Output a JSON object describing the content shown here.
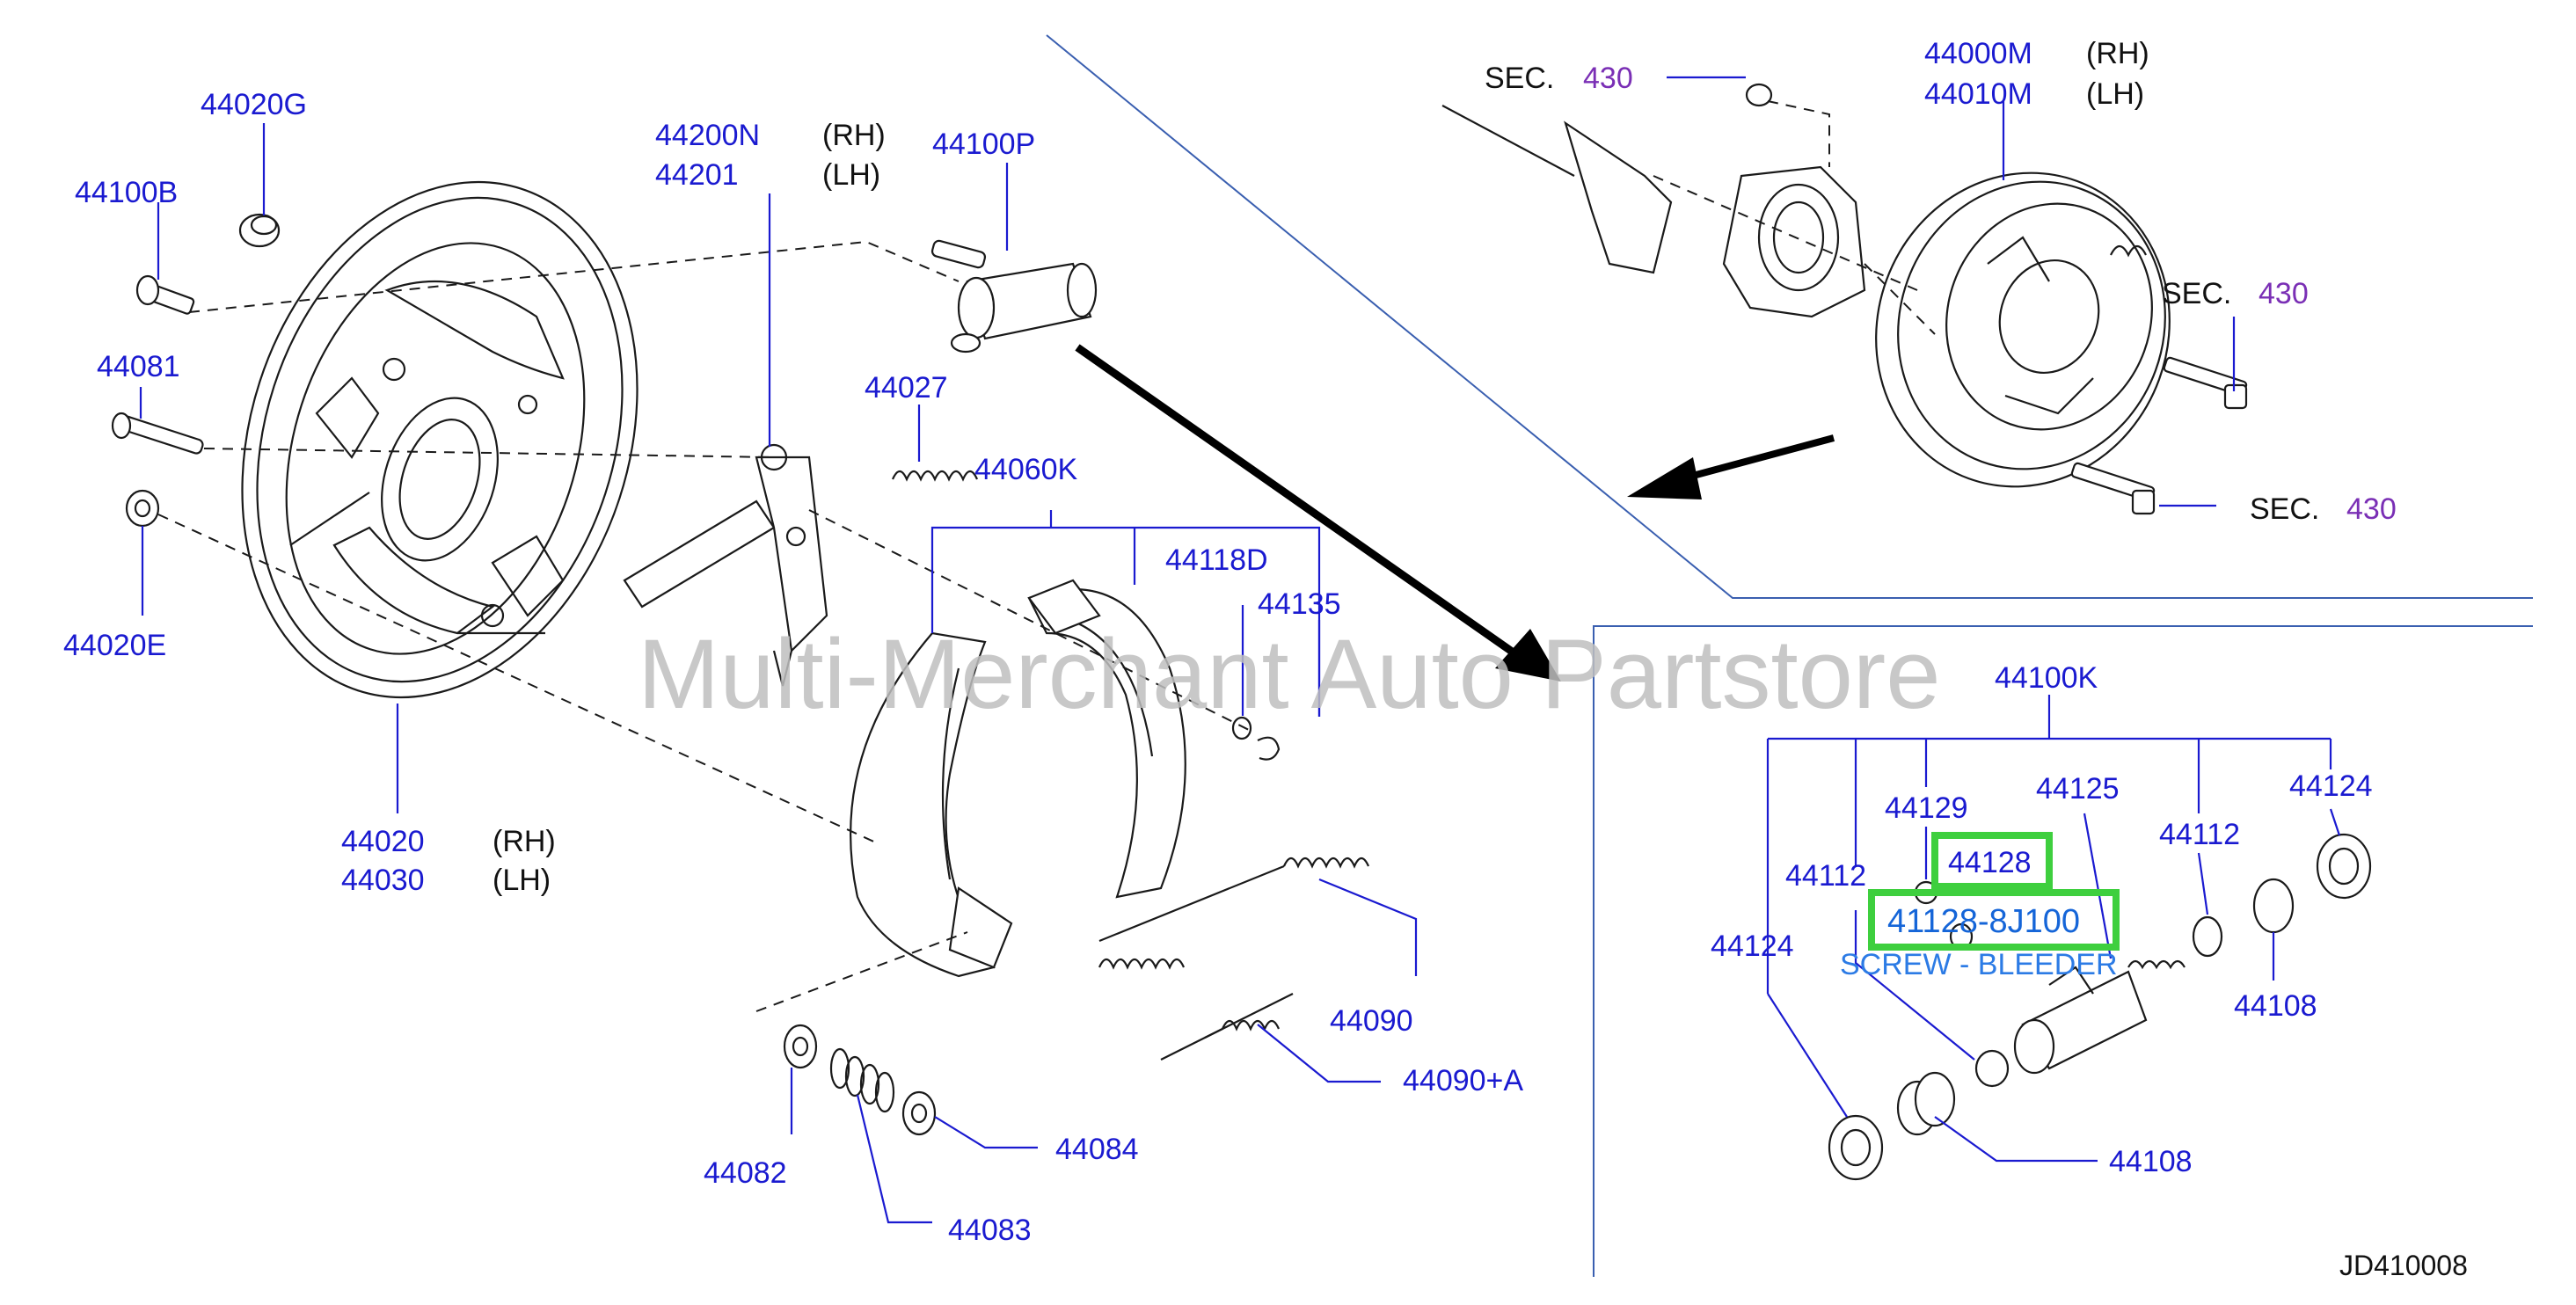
{
  "watermark": "Multi-Merchant Auto Partstore",
  "diagram_code": "JD410008",
  "labels": {
    "p44020G": "44020G",
    "p44100B": "44100B",
    "p44081": "44081",
    "p44020E": "44020E",
    "p44020": "44020",
    "p44030": "44030",
    "p44200N": "44200N",
    "p44201": "44201",
    "p44100P": "44100P",
    "p44027": "44027",
    "p44060K": "44060K",
    "p44118D": "44118D",
    "p44135": "44135",
    "p44090": "44090",
    "p44090A": "44090+A",
    "p44082": "44082",
    "p44083": "44083",
    "p44084": "44084",
    "p44000M": "44000M",
    "p44010M": "44010M",
    "p44100K": "44100K",
    "p44129": "44129",
    "p44125": "44125",
    "p44124_right": "44124",
    "p44124_left": "44124",
    "p44112_left": "44112",
    "p44112_right": "44112",
    "p44108_right": "44108",
    "p44108_bottom": "44108",
    "p44128": "44128"
  },
  "sides": {
    "rh": "(RH)",
    "lh": "(LH)"
  },
  "sec": {
    "label": "SEC.",
    "number": "430"
  },
  "highlight": {
    "part_number": "41128-8J100",
    "part_name": "SCREW - BLEEDER",
    "box_color": "#3ecf3e"
  }
}
